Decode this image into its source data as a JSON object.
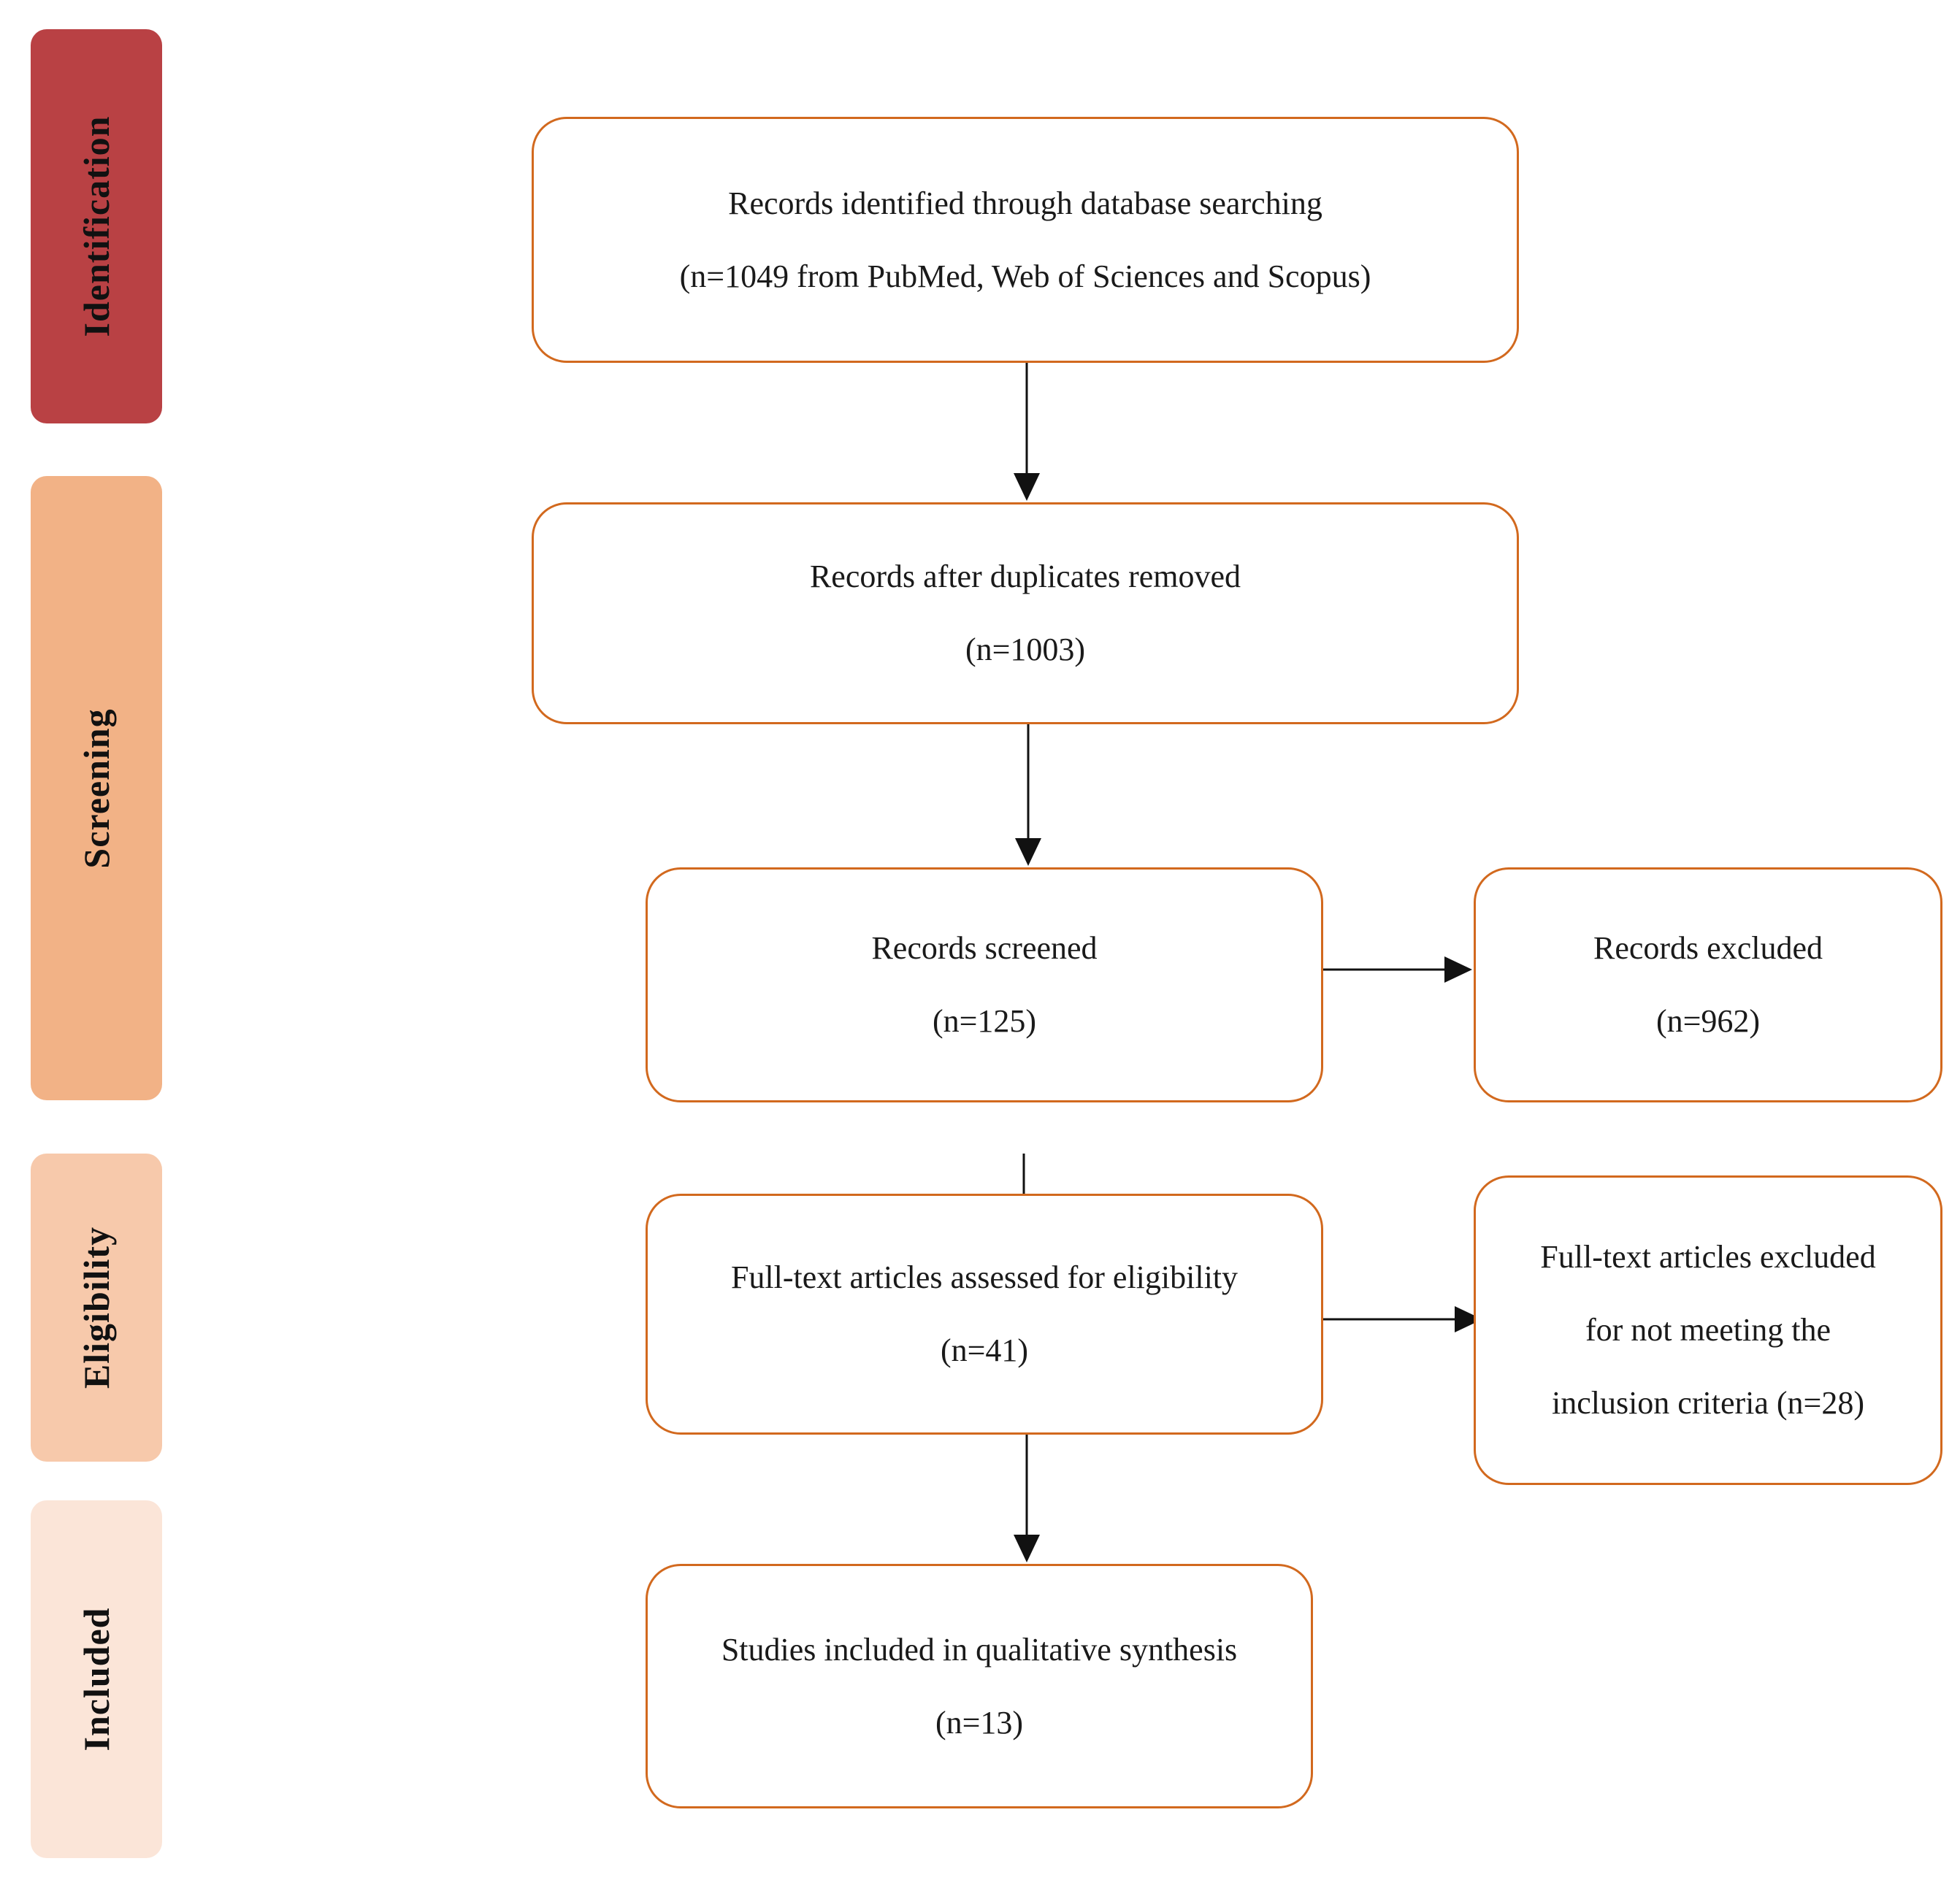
{
  "phases": {
    "identification": "Identification",
    "screening": "Screening",
    "eligibility": "Eligibility",
    "included": "Included"
  },
  "boxes": {
    "identified": {
      "line1": "Records identified through database searching",
      "line2": "(n=1049 from PubMed, Web of Sciences and Scopus)"
    },
    "duplicates_removed": {
      "line1": "Records after duplicates removed",
      "line2": "(n=1003)"
    },
    "screened": {
      "line1": "Records screened",
      "line2": "(n=125)"
    },
    "excluded": {
      "line1": "Records excluded",
      "line2": "(n=962)"
    },
    "fulltext_assessed": {
      "line1": "Full-text articles assessed for eligibility",
      "line2": "(n=41)"
    },
    "fulltext_excluded": {
      "line1": "Full-text articles excluded",
      "line2": "for not meeting the",
      "line3": "inclusion criteria (n=28)"
    },
    "included": {
      "line1": "Studies included in qualitative synthesis",
      "line2": "(n=13)"
    }
  },
  "colors": {
    "identification": "#b94144",
    "screening": "#f2b286",
    "eligibility": "#f7c9ab",
    "included": "#fbe5d8",
    "box_border": "#d2691e",
    "arrow": "#111111"
  }
}
